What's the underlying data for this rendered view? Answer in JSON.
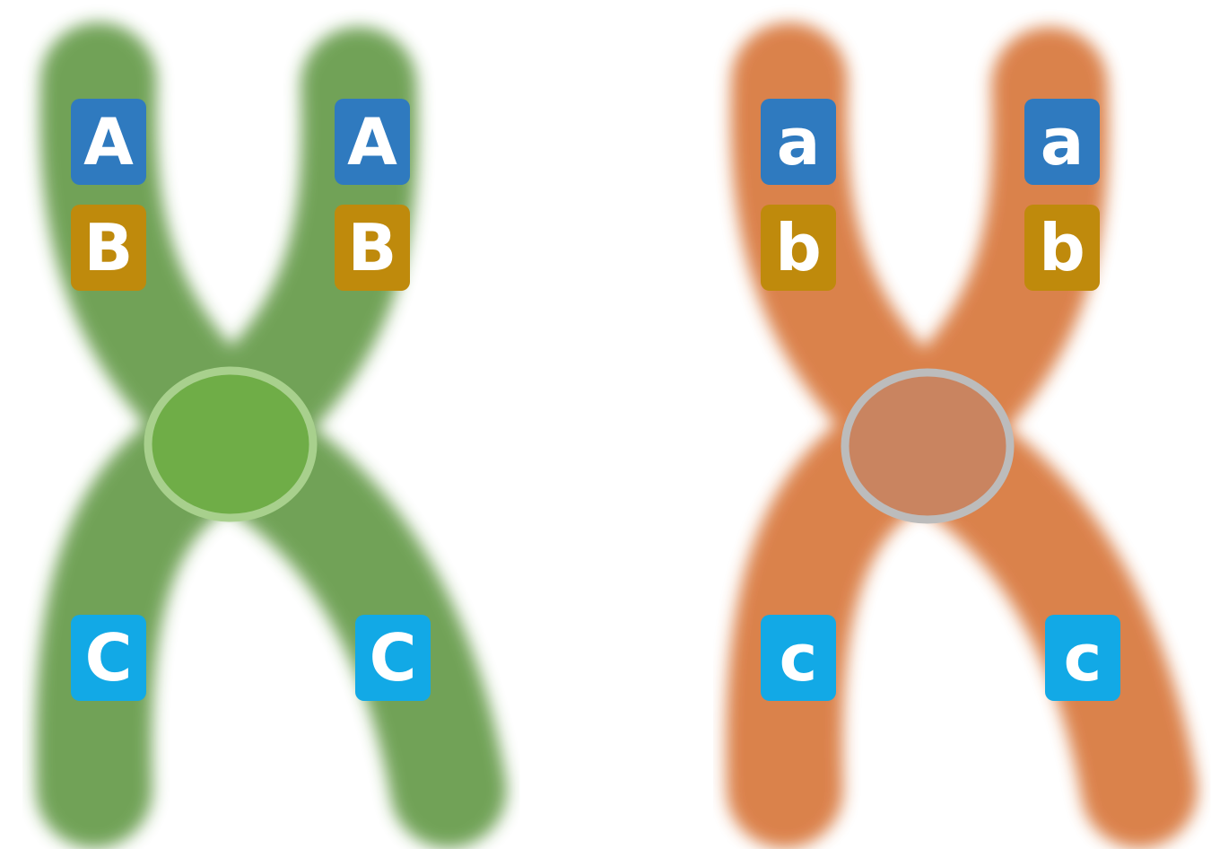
{
  "colors": {
    "chromosome_1": "#6a9e4f",
    "chromosome_1_centromere": "#6fad47",
    "chromosome_1_centromere_ring": "#a8d08d",
    "chromosome_2": "#d97b43",
    "chromosome_2_centromere": "#c98460",
    "chromosome_2_centromere_ring": "#bcbcbc",
    "gene_a": "#2f7abf",
    "gene_b": "#bf8a0c",
    "gene_c": "#12a9e6"
  },
  "chromosome_1": {
    "left_chromatid": {
      "gene_a": "A",
      "gene_b": "B",
      "gene_c": "C"
    },
    "right_chromatid": {
      "gene_a": "A",
      "gene_b": "B",
      "gene_c": "C"
    }
  },
  "chromosome_2": {
    "left_chromatid": {
      "gene_a": "a",
      "gene_b": "b",
      "gene_c": "c"
    },
    "right_chromatid": {
      "gene_a": "a",
      "gene_b": "b",
      "gene_c": "c"
    }
  }
}
